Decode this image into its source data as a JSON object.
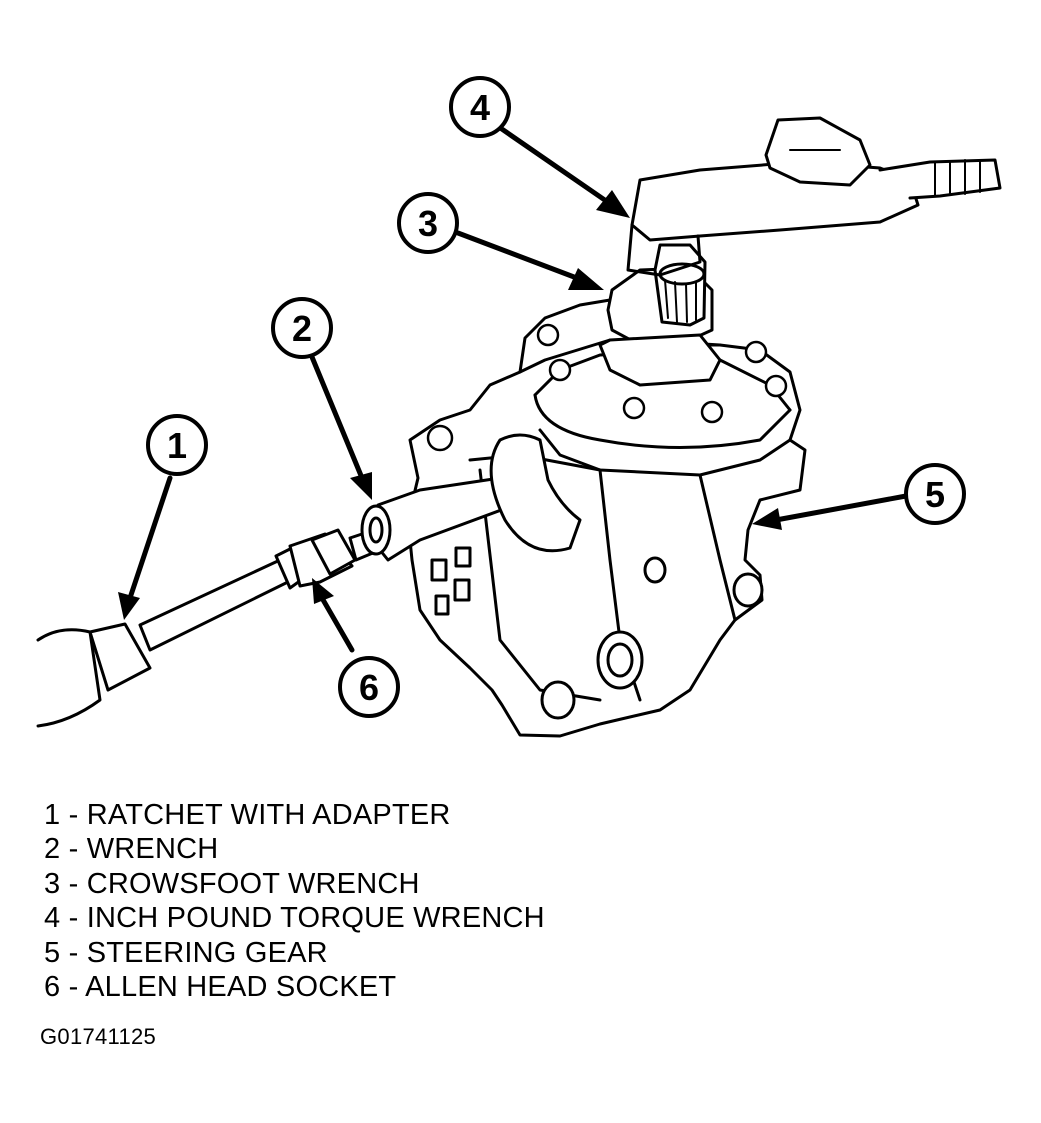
{
  "callouts": [
    {
      "number": "1"
    },
    {
      "number": "2"
    },
    {
      "number": "3"
    },
    {
      "number": "4"
    },
    {
      "number": "5"
    },
    {
      "number": "6"
    }
  ],
  "legend": [
    {
      "number": "1",
      "text": "RATCHET WITH ADAPTER"
    },
    {
      "number": "2",
      "text": "WRENCH"
    },
    {
      "number": "3",
      "text": "CROWSFOOT WRENCH"
    },
    {
      "number": "4",
      "text": "INCH POUND TORQUE WRENCH"
    },
    {
      "number": "5",
      "text": "STEERING GEAR"
    },
    {
      "number": "6",
      "text": "ALLEN HEAD SOCKET"
    }
  ],
  "figure_id": "G01741125",
  "colors": {
    "ink": "#000000",
    "paper": "#ffffff"
  }
}
